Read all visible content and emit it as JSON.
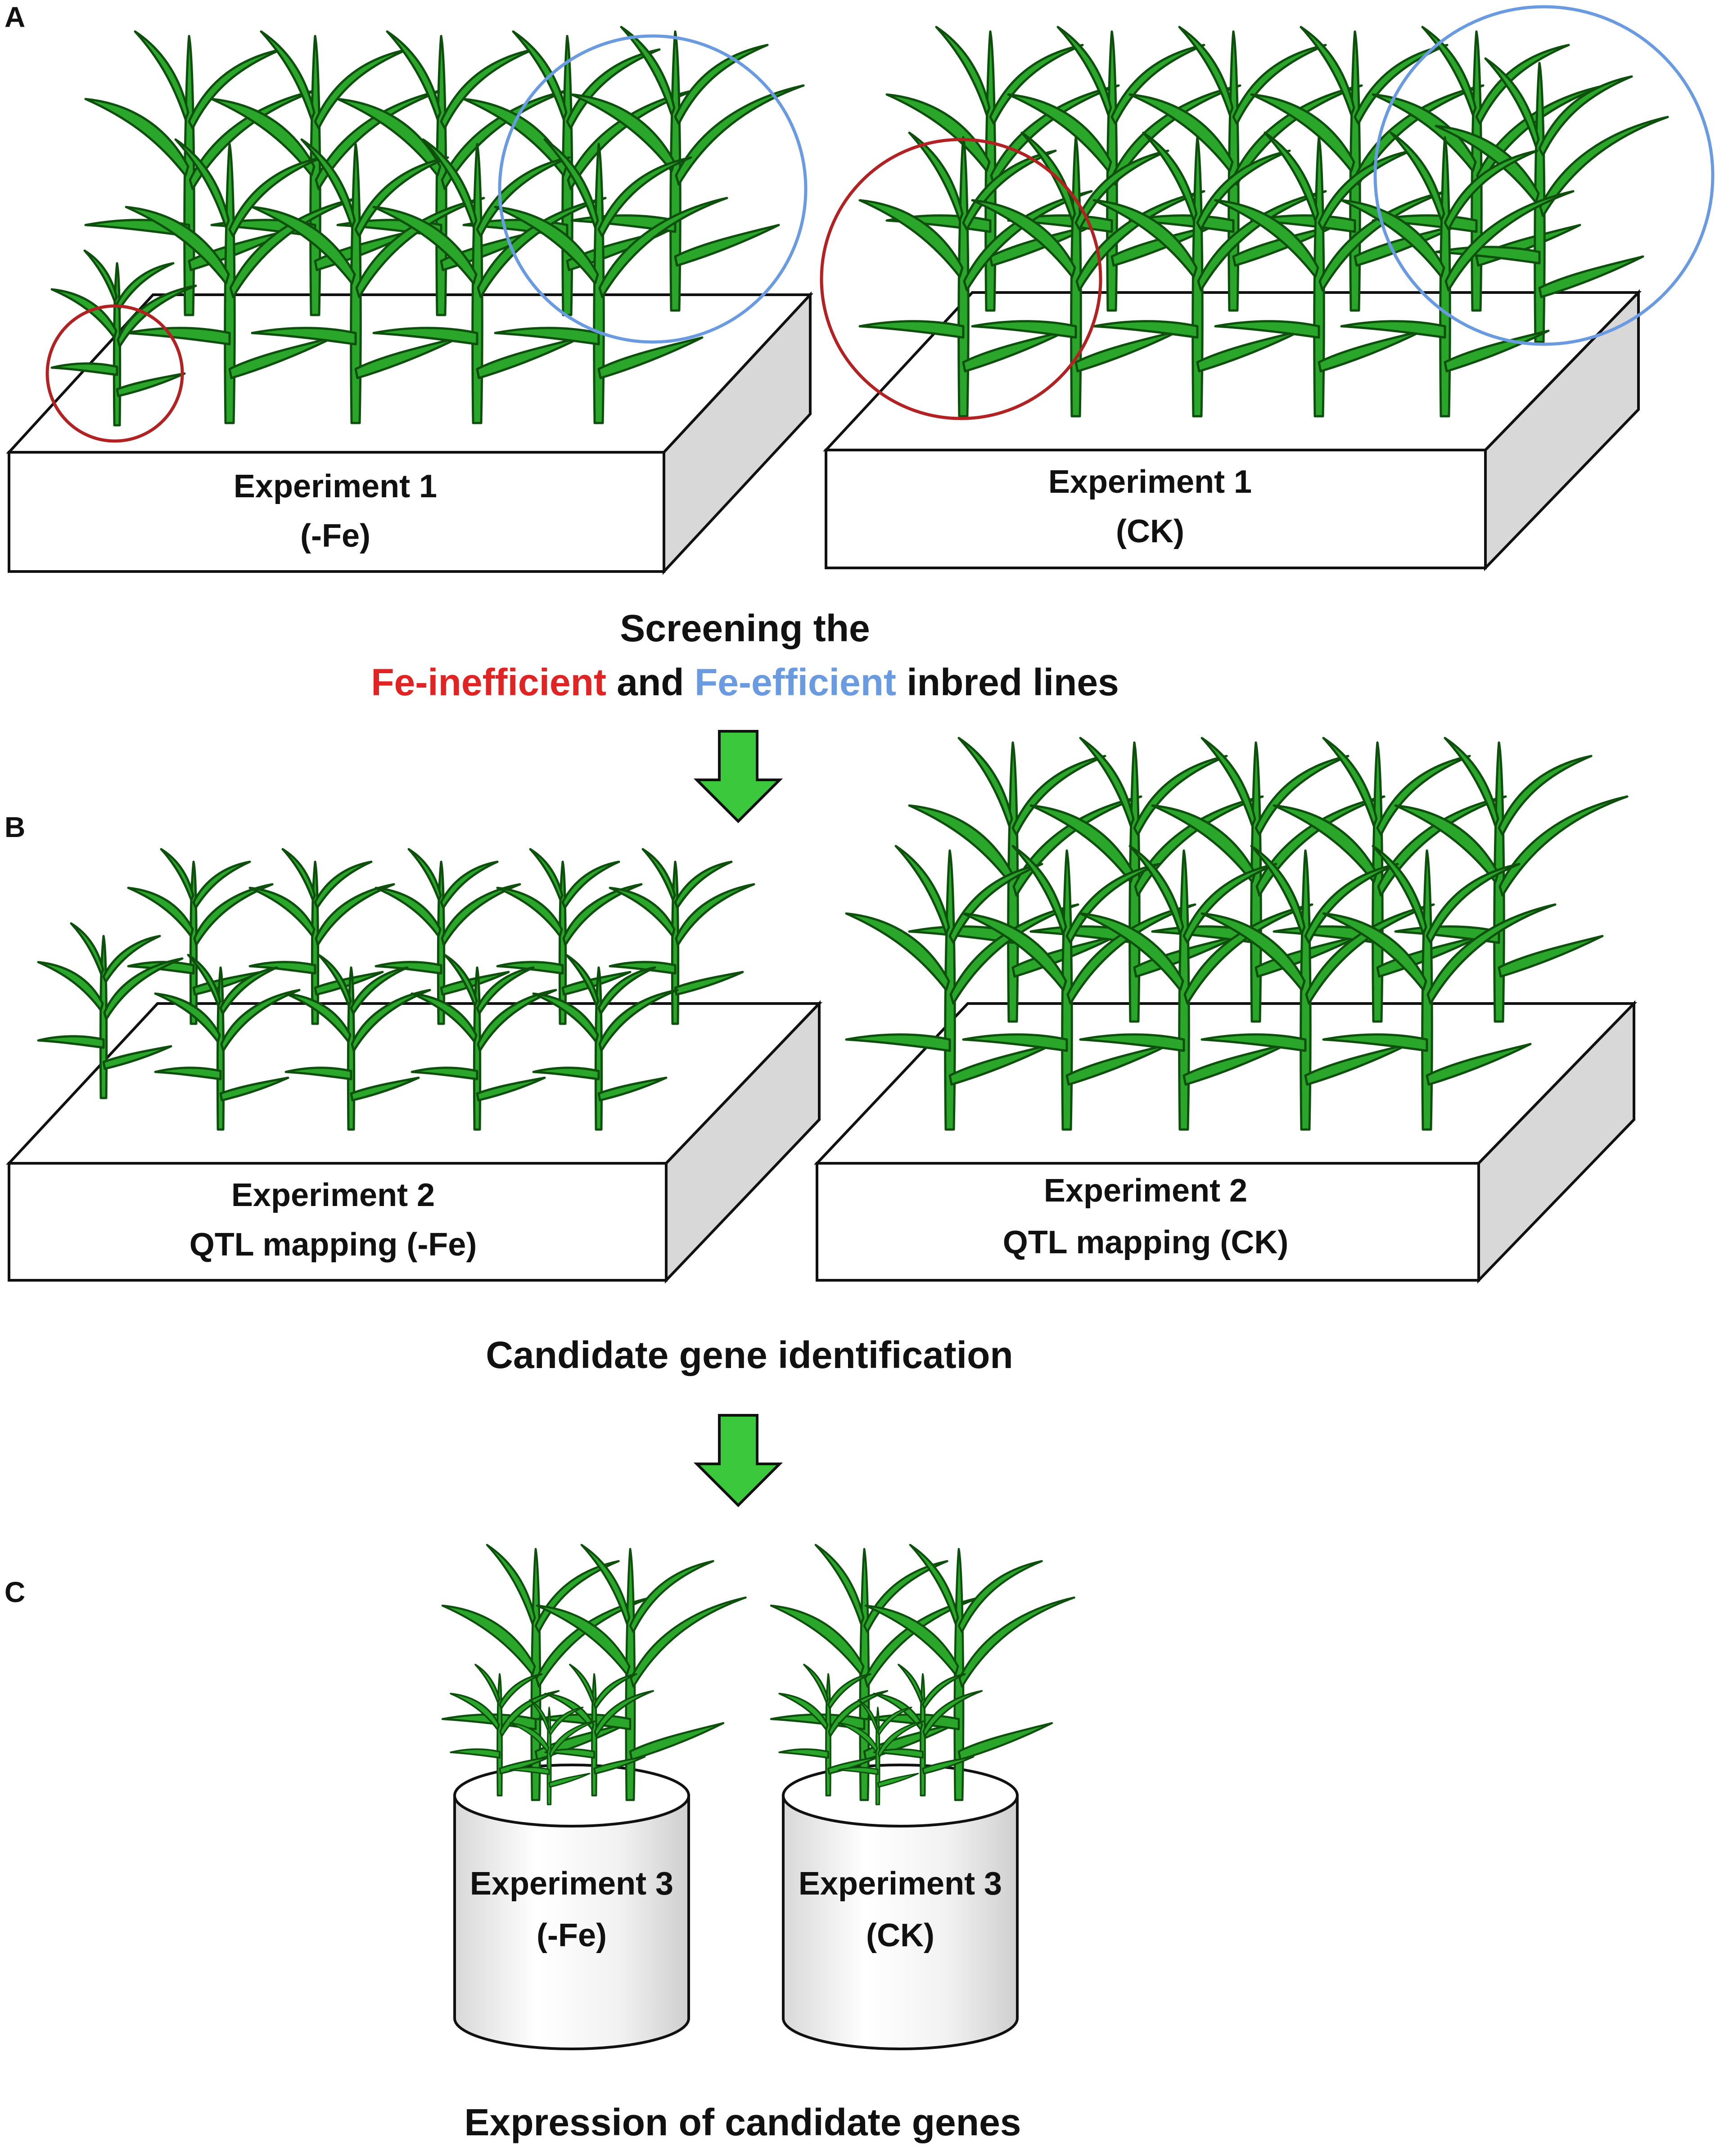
{
  "panels": {
    "a": {
      "letter": "A",
      "left_box": {
        "line1": "Experiment 1",
        "line2": "(-Fe)"
      },
      "right_box": {
        "line1": "Experiment 1",
        "line2": "(CK)"
      }
    },
    "b": {
      "letter": "B",
      "left_box": {
        "line1": "Experiment 2",
        "line2": "QTL mapping (-Fe)"
      },
      "right_box": {
        "line1": "Experiment 2",
        "line2": "QTL mapping (CK)"
      }
    },
    "c": {
      "letter": "C",
      "left_pot": {
        "line1": "Experiment 3",
        "line2": "(-Fe)"
      },
      "right_pot": {
        "line1": "Experiment 3",
        "line2": "(CK)"
      }
    }
  },
  "captions": {
    "screening_line1": "Screening the",
    "fe_inefficient": "Fe-inefficient",
    "and": " and ",
    "fe_efficient": "Fe-efficient",
    "inbred_lines": " inbred lines",
    "candidate": "Candidate gene identification",
    "expression": "Expression of candidate genes"
  },
  "colors": {
    "plant_fill": "#2AA62A",
    "plant_stroke": "#0E4F0E",
    "arrow_fill": "#3CC83C",
    "circle_inefficient": "#B22222",
    "circle_efficient": "#6A9BE0",
    "text_inefficient": "#E02424",
    "text_efficient": "#6A9BE0",
    "box_side": "#D8D8D8"
  },
  "icons": [
    "corn-plant-icon",
    "down-arrow-icon",
    "highlight-circle",
    "soil-tray",
    "plant-pot"
  ]
}
